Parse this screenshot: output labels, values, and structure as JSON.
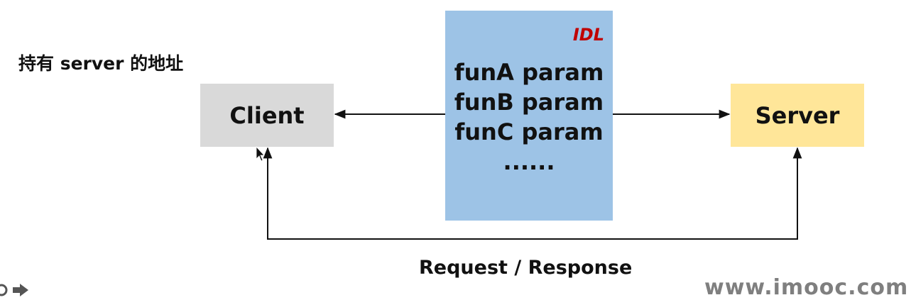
{
  "note": "持有 server 的地址",
  "client": {
    "label": "Client"
  },
  "server": {
    "label": "Server"
  },
  "idl": {
    "tag": "IDL",
    "lines": [
      "funA param",
      "funB param",
      "funC param",
      "......"
    ]
  },
  "caption": "Request / Response",
  "watermark": "www.imooc.com",
  "colors": {
    "client_fill": "#d9d9d9",
    "server_fill": "#ffe699",
    "idl_fill": "#9dc3e6",
    "idl_tag": "#c00000",
    "watermark": "#7f7f7f"
  },
  "icons": [
    "play-forward-icon"
  ]
}
